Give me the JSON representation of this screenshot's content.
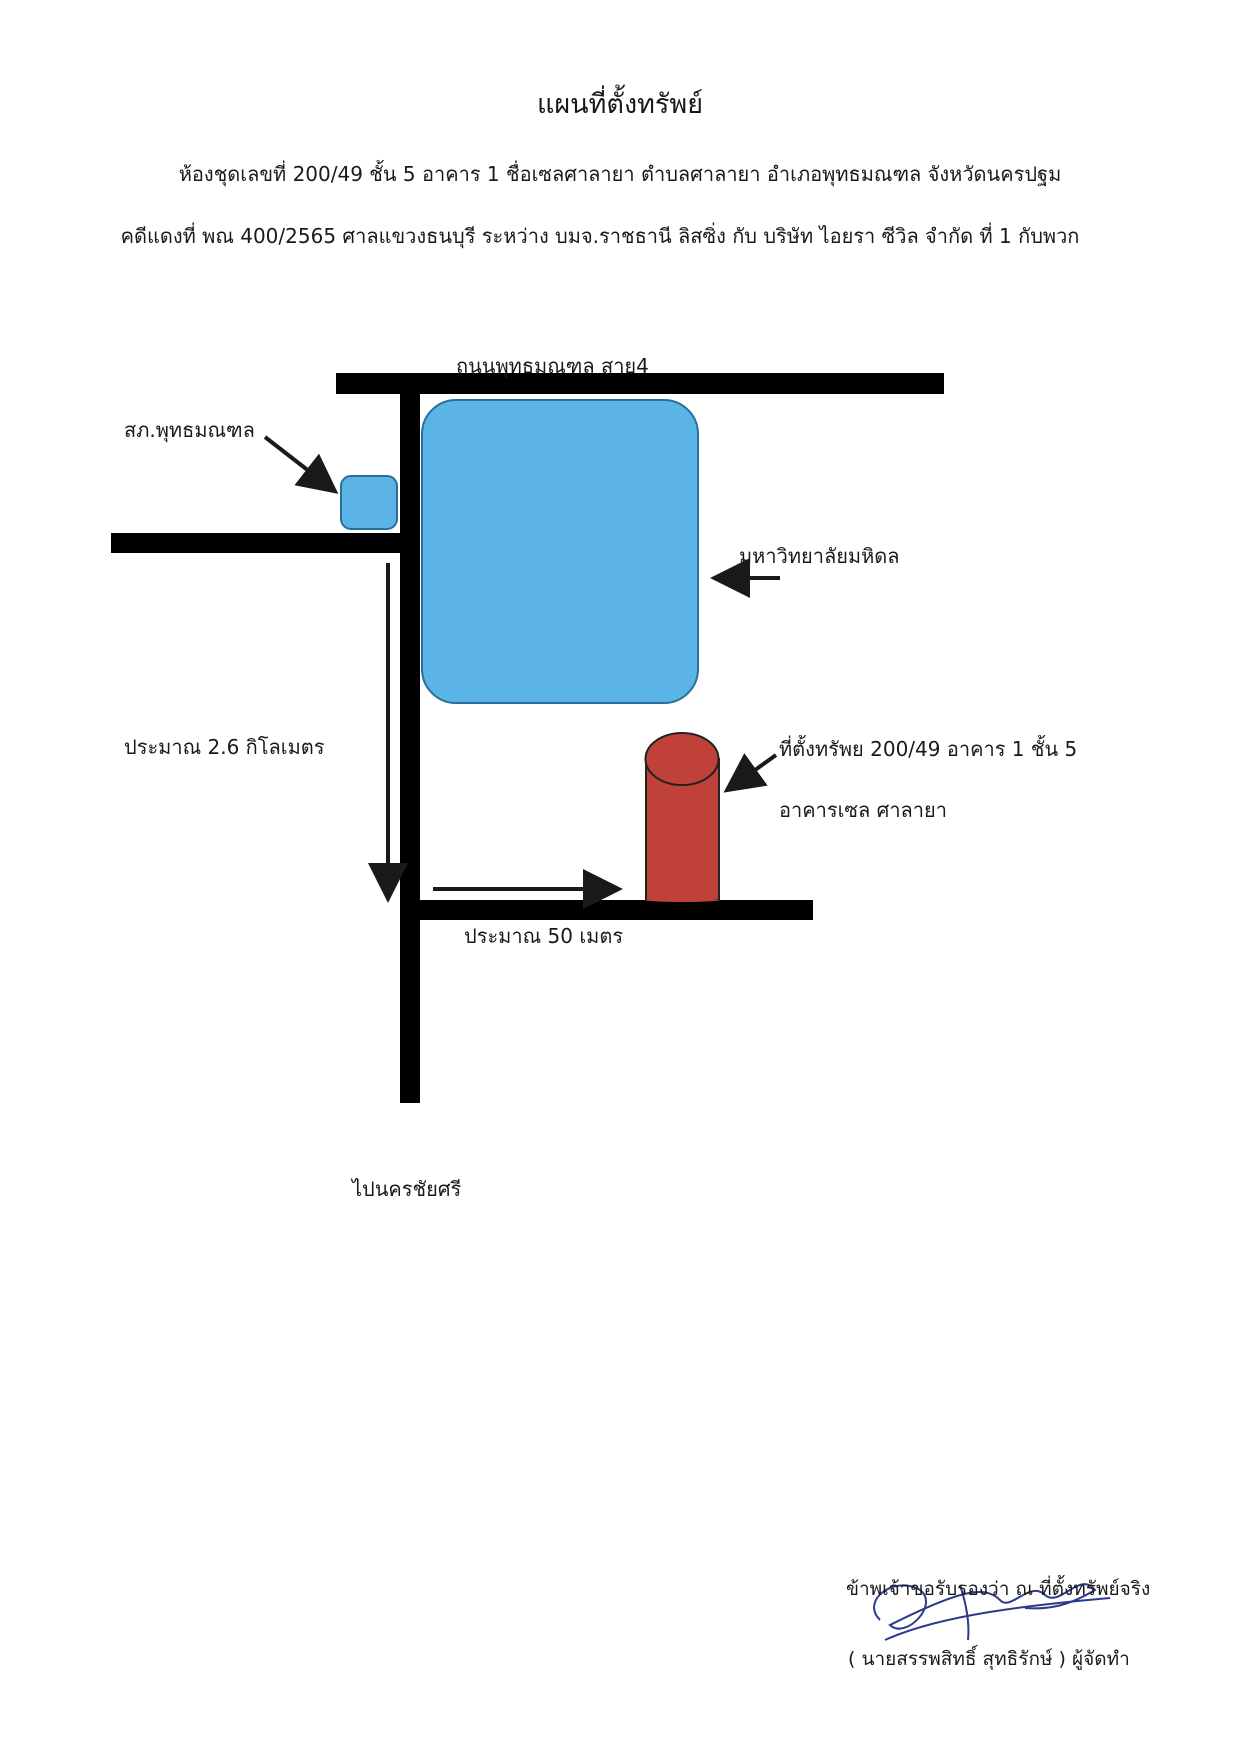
{
  "document": {
    "title": "แผนที่ตั้งทรัพย์",
    "line1": "ห้องชุดเลขที่ 200/49 ชั้น 5 อาคาร 1 ชื่อเซลศาลายา ตำบลศาลายา อำเภอพุทธมณฑล จังหวัดนครปฐม",
    "line2": "คดีแดงที่ พณ 400/2565 ศาลแขวงธนบุรี ระหว่าง บมจ.ราชธานี ลิสซิ่ง กับ บริษัท ไอยรา ซีวิล จำกัด ที่ 1 กับพวก"
  },
  "map": {
    "road_top_label": "ถนนพุทธมณฑล สาย4",
    "police_label": "สภ.พุทธมณฑล",
    "university_label": "มหาวิทยาลัยมหิดล",
    "distance_long_label": "ประมาณ 2.6 กิโลเมตร",
    "property_label": "ที่ตั้งทรัพย 200/49 อาคาร 1 ชั้น 5",
    "building_label": "อาคารเซล ศาลายา",
    "distance_short_label": "ประมาณ 50 เมตร",
    "direction_label": "ไปนครชัยศรี",
    "colors": {
      "road": "#000000",
      "university": "#5bb3e6",
      "police": "#5bb3e6",
      "property": "#c0413a"
    }
  },
  "certification": {
    "statement": "ข้าพเจ้าขอรับรองว่า ณ ที่ตั้งทรัพย์จริง",
    "signatory": "( นายสรรพสิทธิ์ สุทธิรักษ์ ) ผู้จัดทำ"
  }
}
